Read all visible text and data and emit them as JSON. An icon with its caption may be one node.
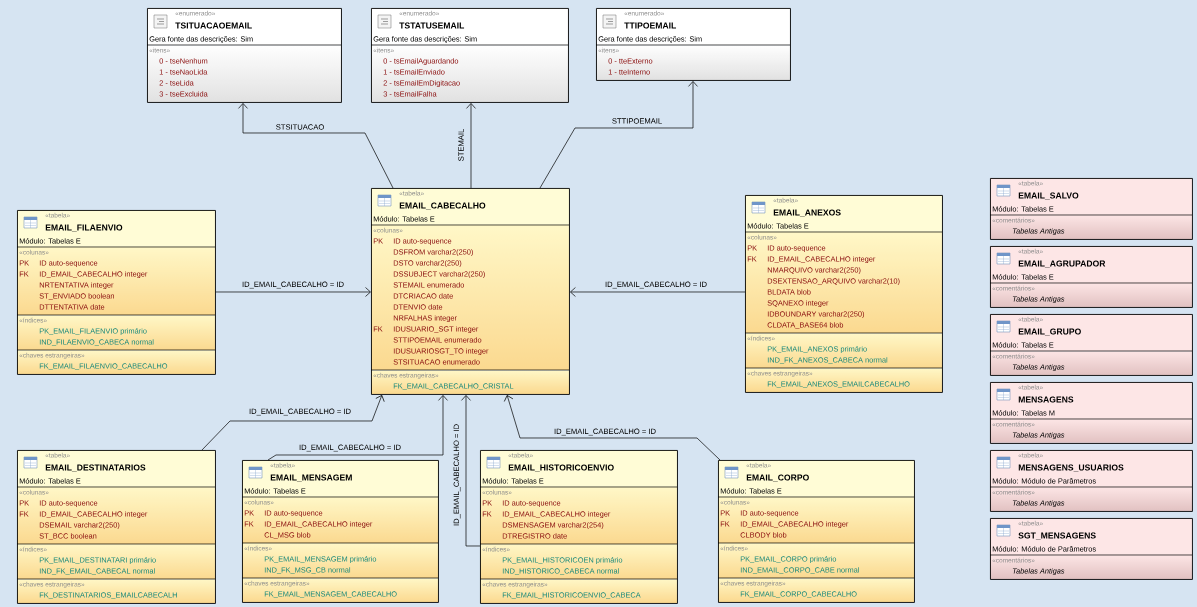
{
  "diagram": {
    "nodes": [
      {
        "text": [
          "«enumerado»",
          "TSITUACAOEMAIL",
          "Gera fonte das descrições: Sim",
          "«itens»",
          "0 - tseNenhum",
          "1 - tseNaoLida",
          "2 - tseLida",
          "3 - tseExcluida"
        ]
      },
      {
        "text": [
          "«enumerado»",
          "TSTATUSEMAIL",
          "Gera fonte das descrições: Sim",
          "«itens»",
          "0 - tsEmailAguardando",
          "1 - tsEmailEnviado",
          "2 - tsEmailEmDigitacao",
          "3 - tsEmailFalha"
        ]
      },
      {
        "text": [
          "«enumerado»",
          "TTIPOEMAIL",
          "Gera fonte das descrições: Sim",
          "«itens»",
          "0 - tteExterno",
          "1 - tteInterno"
        ]
      },
      {
        "text": [
          "«tabela»",
          "EMAIL_FILAENVIO",
          "Módulo: Tabelas E",
          "«colunas»",
          "PK",
          "ID auto-sequence",
          "FK",
          "ID_EMAIL_CABECALHO integer",
          "NRTENTATIVA integer",
          "ST_ENVIADO boolean",
          "DTTENTATIVA date",
          "«índices»",
          "PK_EMAIL_FILAENVIO primário",
          "IND_FILAENVIO_CABECA normal",
          "«chaves estrangeiras»",
          "FK_EMAIL_FILAENVIO_CABECALHO"
        ]
      },
      {
        "text": [
          "«tabela»",
          "EMAIL_CABECALHO",
          "Módulo: Tabelas E",
          "«colunas»",
          "PK",
          "ID auto-sequence",
          "DSFROM varchar2(250)",
          "DSTO varchar2(250)",
          "DSSUBJECT varchar2(250)",
          "STEMAIL enumerado",
          "DTCRIACAO date",
          "DTENVIO date",
          "NRFALHAS integer",
          "FK",
          "IDUSUARIO_SGT integer",
          "STTIPOEMAIL enumerado",
          "IDUSUARIOSGT_TO integer",
          "STSITUACAO enumerado",
          "«chaves estrangeiras»",
          "FK_EMAIL_CABECALHO_CRISTAL"
        ]
      },
      {
        "text": [
          "«tabela»",
          "EMAIL_ANEXOS",
          "Módulo: Tabelas E",
          "«colunas»",
          "PK",
          "ID auto-sequence",
          "FK",
          "ID_EMAIL_CABECALHO integer",
          "NMARQUIVO varchar2(250)",
          "DSEXTENSAO_ARQUIVO varchar2(10)",
          "BLDATA blob",
          "SQANEXO integer",
          "IDBOUNDARY varchar2(250)",
          "CLDATA_BASE64 blob",
          "«índices»",
          "PK_EMAIL_ANEXOS primário",
          "IND_FK_ANEXOS_CABECA normal",
          "«chaves estrangeiras»",
          "FK_EMAIL_ANEXOS_EMAILCABECALHO"
        ]
      },
      {
        "text": [
          "«tabela»",
          "EMAIL_SALVO",
          "Módulo: Tabelas E",
          "«comentários»",
          "Tabelas Antigas"
        ]
      },
      {
        "text": [
          "«tabela»",
          "EMAIL_AGRUPADOR",
          "Módulo: Tabelas E",
          "«comentários»",
          "Tabelas Antigas"
        ]
      },
      {
        "text": [
          "«tabela»",
          "EMAIL_GRUPO",
          "Módulo: Tabelas E",
          "«comentários»",
          "Tabelas Antigas"
        ]
      },
      {
        "text": [
          "«tabela»",
          "MENSAGENS",
          "Módulo: Tabelas M",
          "«comentários»",
          "Tabelas Antigas"
        ]
      },
      {
        "text": [
          "«tabela»",
          "MENSAGENS_USUARIOS",
          "Módulo: Módulo de Parâmetros",
          "«comentários»",
          "Tabelas Antigas"
        ]
      },
      {
        "text": [
          "«tabela»",
          "SGT_MENSAGENS",
          "Módulo: Módulo de Parâmetros",
          "«comentários»",
          "Tabelas Antigas"
        ]
      },
      {
        "text": [
          "«tabela»",
          "EMAIL_DESTINATARIOS",
          "Módulo: Tabelas E",
          "«colunas»",
          "PK",
          "ID auto-sequence",
          "FK",
          "ID_EMAIL_CABECALHO integer",
          "DSEMAIL varchar2(250)",
          "ST_BCC boolean",
          "«índices»",
          "PK_EMAIL_DESTINATARI primário",
          "IND_FK_EMAIL_CABECAL normal",
          "«chaves estrangeiras»",
          "FK_DESTINATARIOS_EMAILCABECALH"
        ]
      },
      {
        "text": [
          "«tabela»",
          "EMAIL_MENSAGEM",
          "Módulo: Tabelas E",
          "«colunas»",
          "PK",
          "ID auto-sequence",
          "FK",
          "ID_EMAIL_CABECALHO integer",
          "CL_MSG blob",
          "«índices»",
          "PK_EMAIL_MENSAGEM primário",
          "IND_FK_MSG_CB normal",
          "«chaves estrangeiras»",
          "FK_EMAIL_MENSAGEM_CABECALHO"
        ]
      },
      {
        "text": [
          "«tabela»",
          "EMAIL_HISTORICOENVIO",
          "Módulo: Tabelas E",
          "«colunas»",
          "PK",
          "ID auto-sequence",
          "FK",
          "ID_EMAIL_CABECALHO integer",
          "DSMENSAGEM varchar2(254)",
          "DTREGISTRO date",
          "«índices»",
          "PK_EMAIL_HISTORICOEN primário",
          "IND_HISTORICO_CABECA normal",
          "«chaves estrangeiras»",
          "FK_EMAIL_HISTORICOENVIO_CABECA"
        ]
      },
      {
        "text": [
          "«tabela»",
          "EMAIL_CORPO",
          "Módulo: Tabelas E",
          "«colunas»",
          "PK",
          "ID auto-sequence",
          "FK",
          "ID_EMAIL_CABECALHO integer",
          "CLBODY blob",
          "«índices»",
          "PK_EMAIL_CORPO primário",
          "IND_EMAIL_CORPO_CABE normal",
          "«chaves estrangeiras»",
          "FK_EMAIL_CORPO_CABECALHO"
        ]
      }
    ],
    "edges": [
      {
        "from": 4,
        "to": 0,
        "arrow": "to",
        "label": "STSITUACAO"
      },
      {
        "from": 4,
        "to": 1,
        "arrow": "to",
        "label": "STEMAIL"
      },
      {
        "from": 4,
        "to": 2,
        "arrow": "to",
        "label": "STTIPOEMAIL"
      },
      {
        "from": 3,
        "to": 4,
        "arrow": "to",
        "label": "ID_EMAIL_CABECALHO = ID"
      },
      {
        "from": 5,
        "to": 4,
        "arrow": "to",
        "label": "ID_EMAIL_CABECALHO = ID"
      },
      {
        "from": 12,
        "to": 4,
        "arrow": "to",
        "label": "ID_EMAIL_CABECALHO = ID"
      },
      {
        "from": 13,
        "to": 4,
        "arrow": "to",
        "label": "ID_EMAIL_CABECALHO = ID"
      },
      {
        "from": 14,
        "to": 4,
        "arrow": "to",
        "label": "ID_EMAIL_CABECALHO = ID"
      },
      {
        "from": 15,
        "to": 4,
        "arrow": "to",
        "label": "ID_EMAIL_CABECALHO = ID"
      }
    ]
  }
}
